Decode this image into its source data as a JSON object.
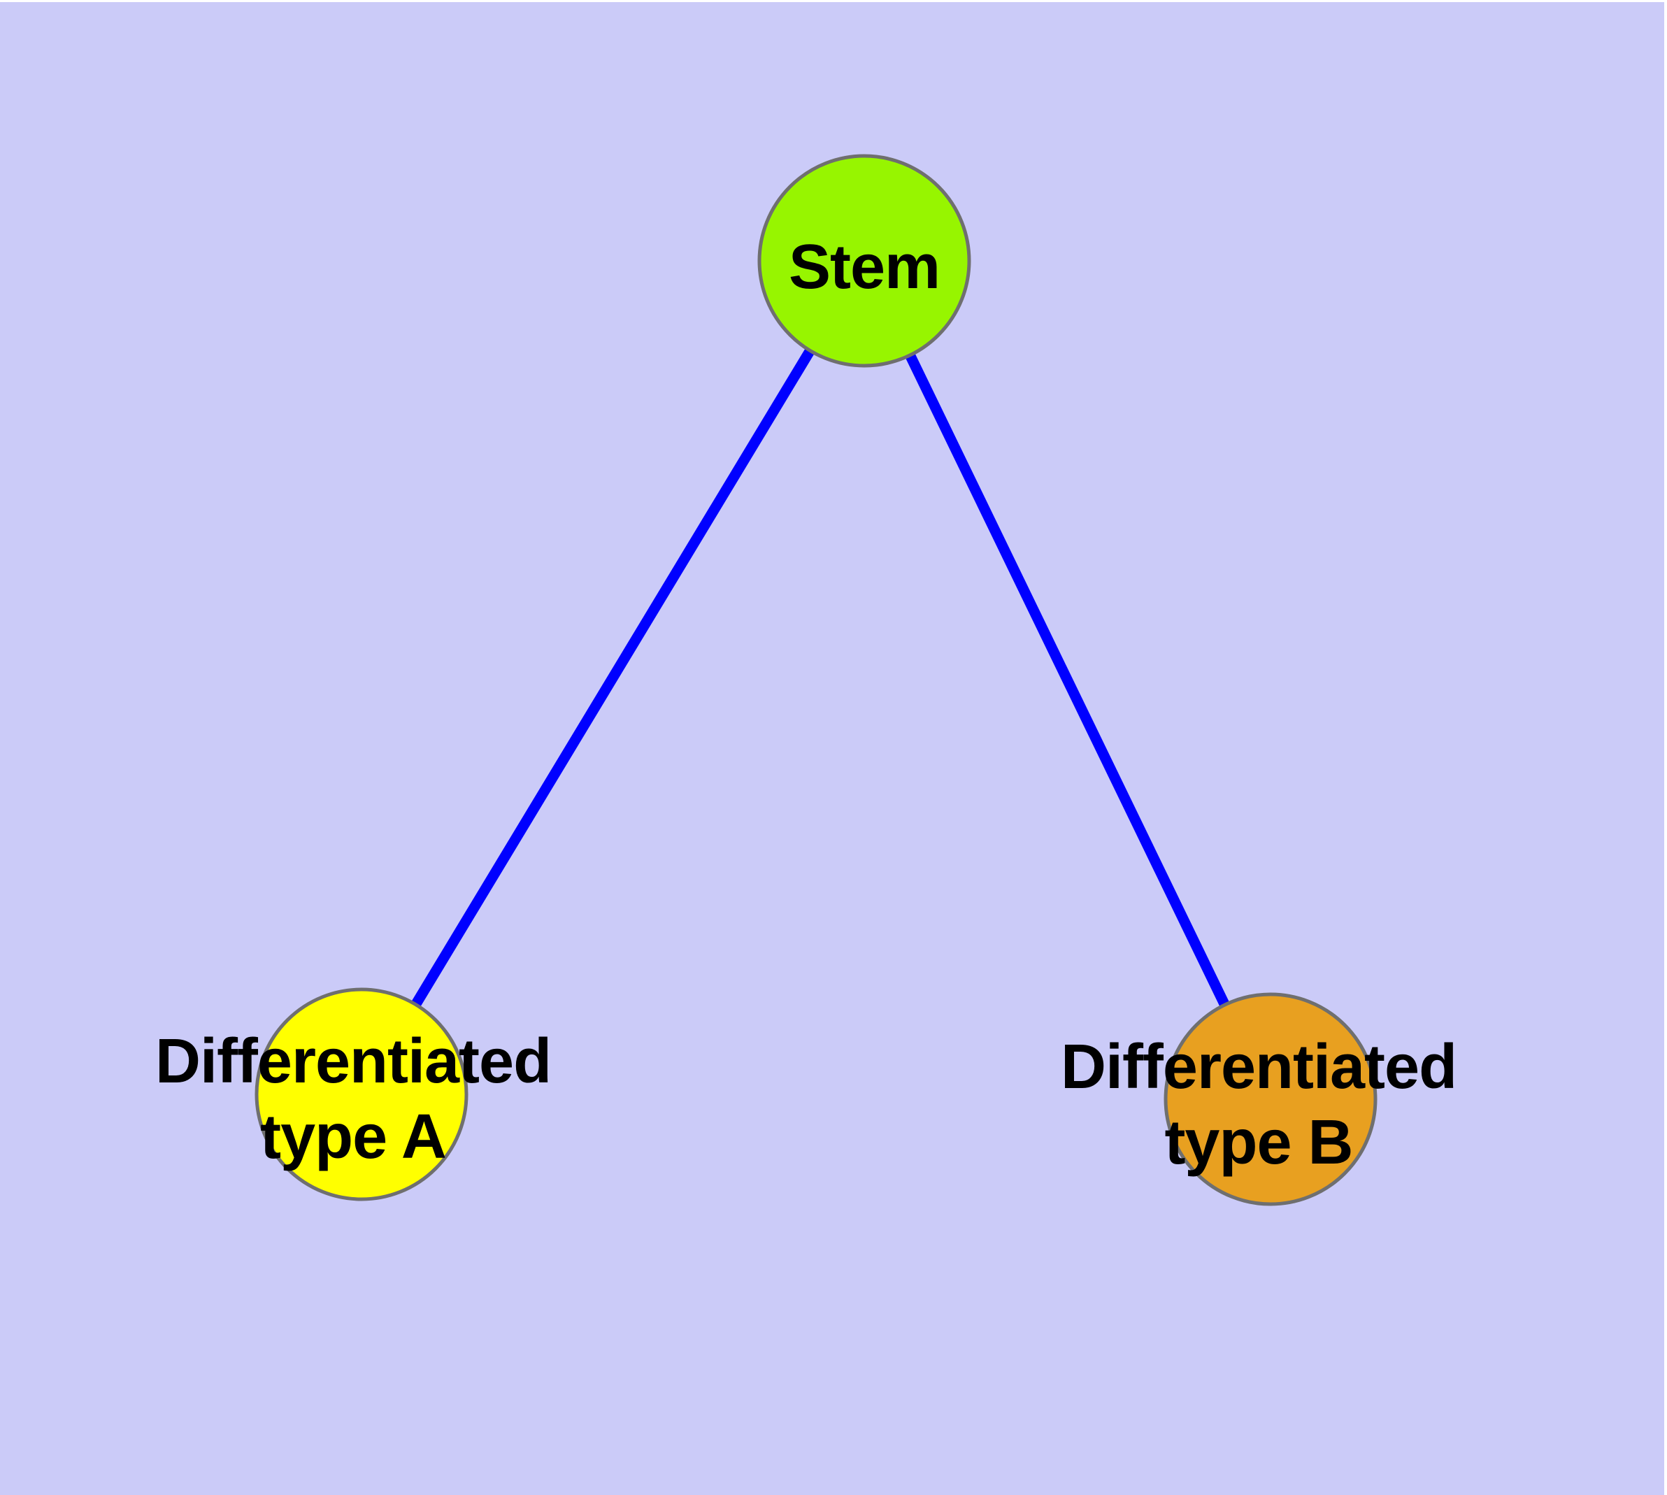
{
  "style": {
    "canvas_background": "#CBCBF8",
    "top_margin_color": "#FFFFFF",
    "node_border_color": "#6F6F6F",
    "edge_color": "#0000FF",
    "label_color": "#000000"
  },
  "nodes": {
    "stem": {
      "label": "Stem",
      "fill": "#97F500"
    },
    "type_a": {
      "label_line1": "Differentiated",
      "label_line2": "type A",
      "fill": "#FFFF00"
    },
    "type_b": {
      "label_line1": "Differentiated",
      "label_line2": "type B",
      "fill": "#E8A020"
    }
  },
  "edges": [
    {
      "from": "Stem",
      "to": "Differentiated type A",
      "color": "#0000FF"
    },
    {
      "from": "Stem",
      "to": "Differentiated type B",
      "color": "#0000FF"
    }
  ]
}
